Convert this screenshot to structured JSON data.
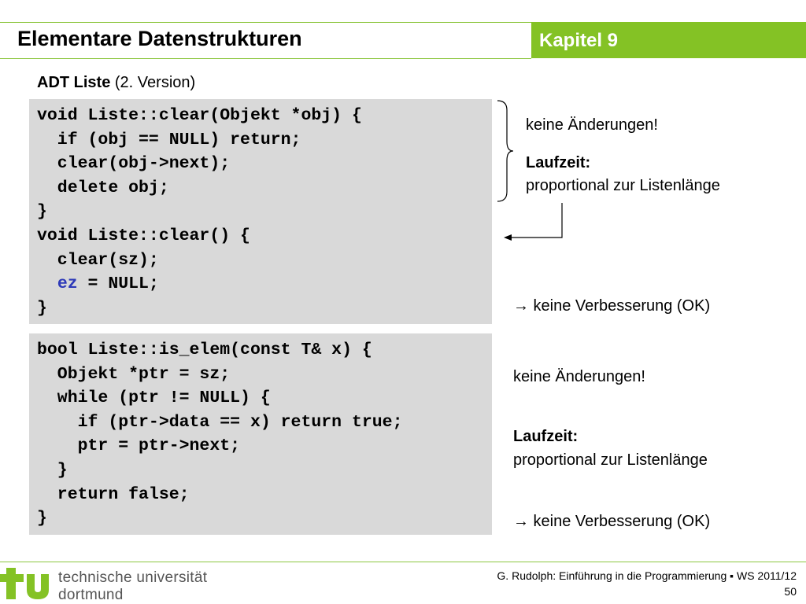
{
  "header": {
    "title": "Elementare Datenstrukturen",
    "chapter": "Kapitel 9"
  },
  "subtitle": {
    "bold": "ADT Liste",
    "normal": " (2. Version)"
  },
  "code_block_1": {
    "lines": [
      "void Liste::clear(Objekt *obj) {",
      "  if (obj == NULL) return;",
      "  clear(obj->next);",
      "  delete obj;",
      "}",
      "void Liste::clear() {",
      "  clear(sz);",
      "  ",
      "}"
    ],
    "line_7_keyword": "ez",
    "line_7_rest": " = NULL;"
  },
  "code_block_2": {
    "lines": [
      "bool Liste::is_elem(const T& x) {",
      "  Objekt *ptr = sz;",
      "  while (ptr != NULL) {",
      "    if (ptr->data == x) return true;",
      "    ptr = ptr->next;",
      "  }",
      "  return false;",
      "}"
    ]
  },
  "notes": {
    "n1_changes": "keine Änderungen!",
    "n1_runtime_label": "Laufzeit:",
    "n1_runtime_text": "proportional zur Listenlänge",
    "n1_result": "→ keine Verbesserung (OK)",
    "n2_changes": "keine Änderungen!",
    "n2_runtime_label": "Laufzeit:",
    "n2_runtime_text": "proportional zur Listenlänge",
    "n2_result": "→ keine Verbesserung (OK)"
  },
  "footer": {
    "credit": "G. Rudolph: Einführung in die Programmierung ▪ WS 2011/12",
    "page": "50"
  },
  "logo": {
    "line1": "technische universität",
    "line2": "dortmund"
  },
  "colors": {
    "accent_green": "#84c225",
    "code_background": "#d9d9d9",
    "keyword_blue": "#2e3ab8"
  }
}
